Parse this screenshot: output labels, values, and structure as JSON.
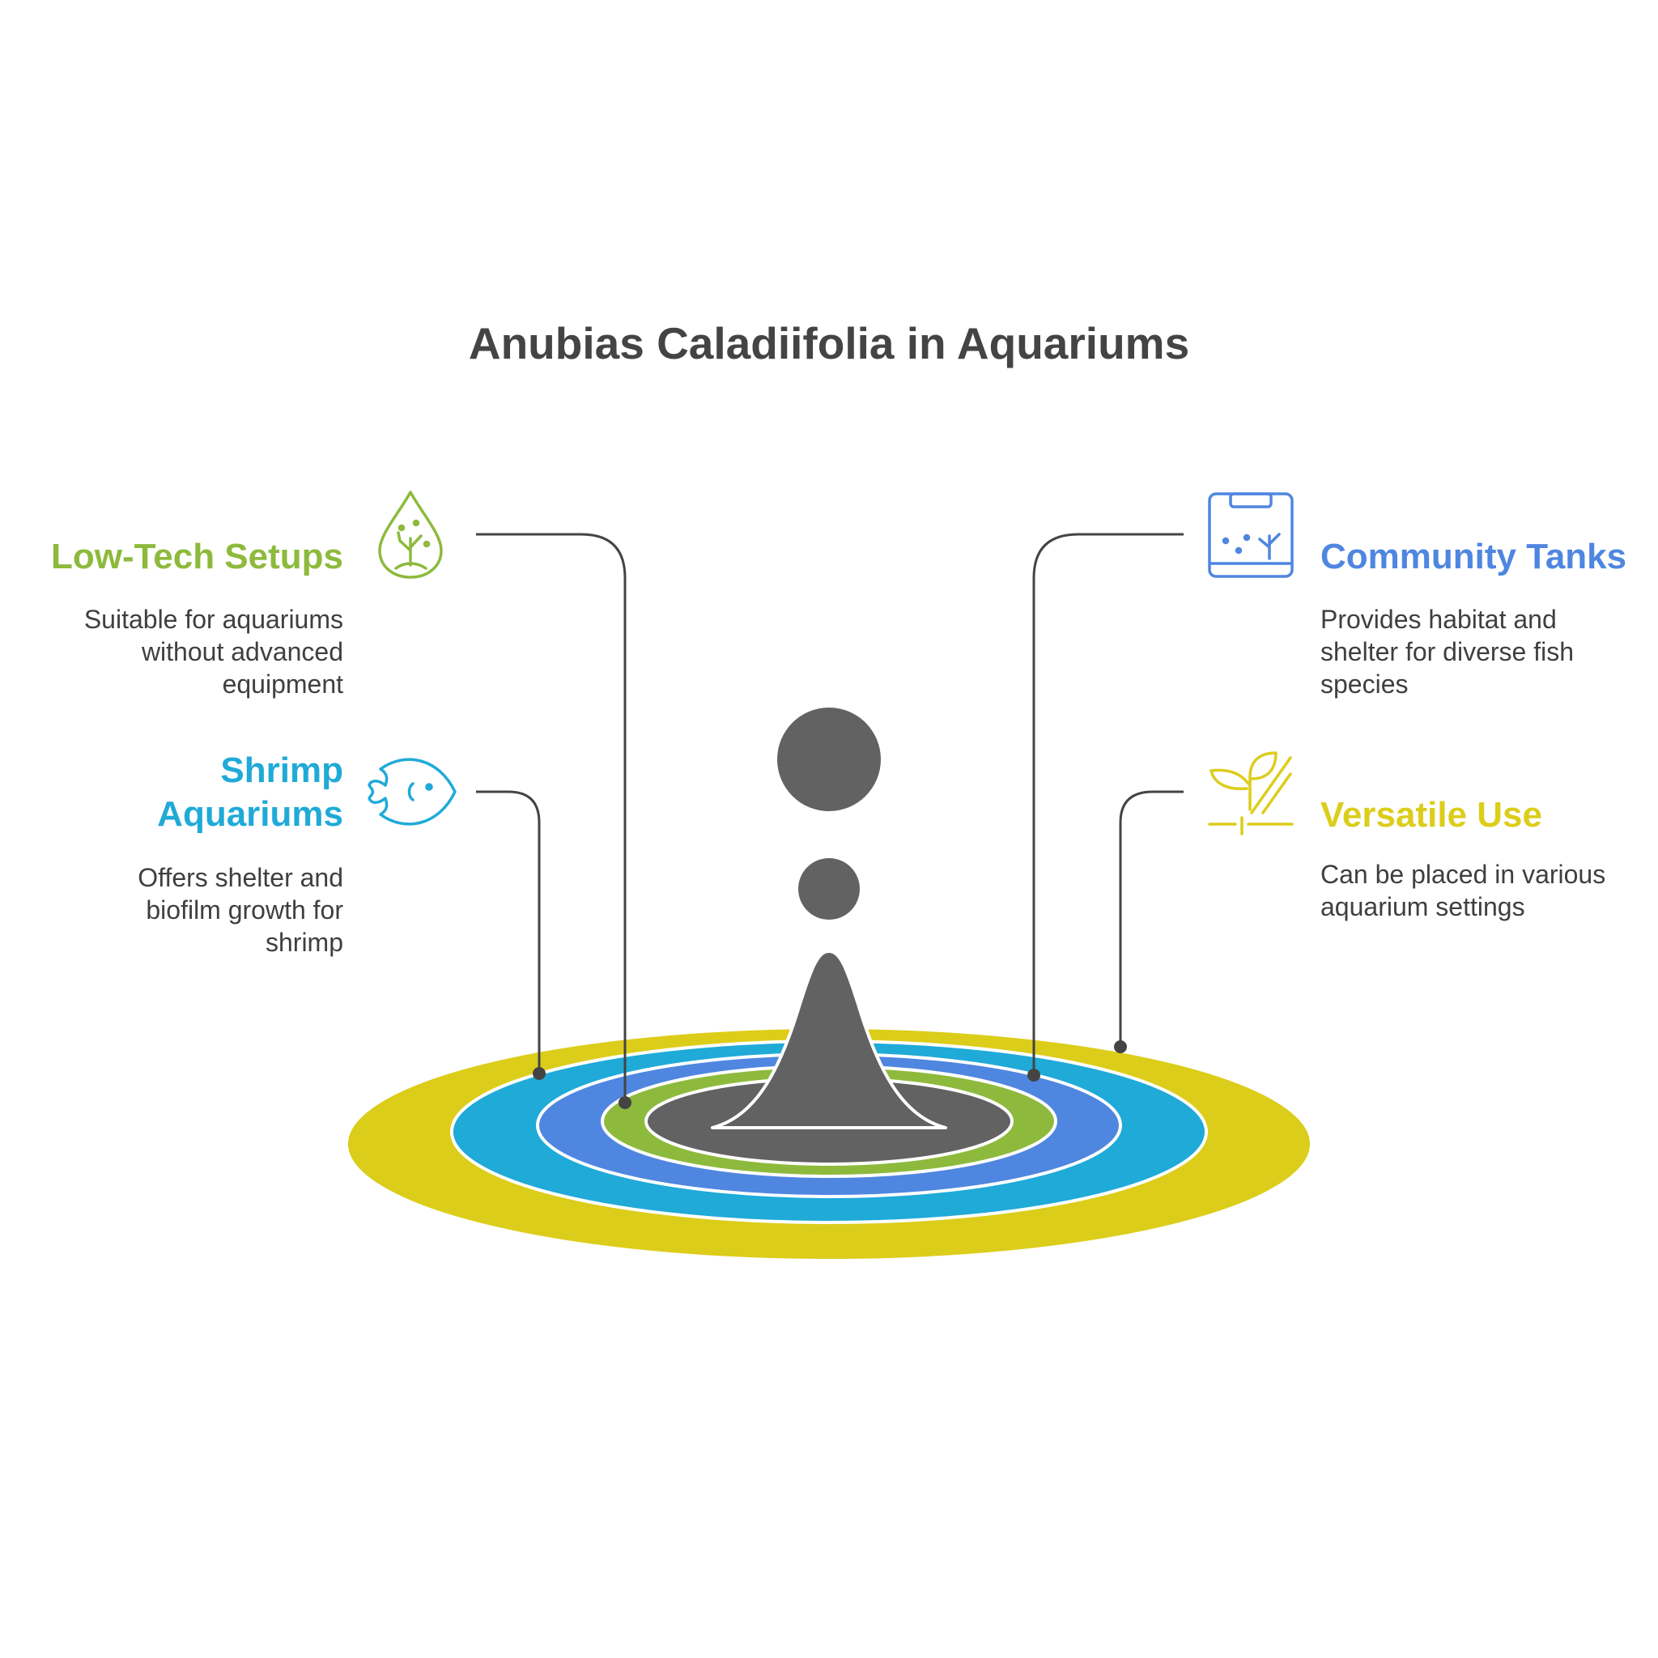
{
  "title": "Anubias Caladiifolia in Aquariums",
  "colors": {
    "green": "#8dba3c",
    "teal": "#1faad8",
    "blue": "#4f86e0",
    "yellow": "#dccd1a",
    "dark": "#626262",
    "line": "#444444"
  },
  "items": [
    {
      "heading": "Low-Tech Setups",
      "description": [
        "Suitable for aquariums",
        "without advanced",
        "equipment"
      ],
      "icon": "water-drop-plant-icon",
      "color": "#8dba3c"
    },
    {
      "heading": "Shrimp Aquariums",
      "heading_lines": [
        "Shrimp",
        "Aquariums"
      ],
      "description": [
        "Offers shelter and",
        "biofilm growth for",
        "shrimp"
      ],
      "icon": "fish-icon",
      "color": "#1faad8"
    },
    {
      "heading": "Community Tanks",
      "description": [
        "Provides habitat and",
        "shelter for diverse fish",
        "species"
      ],
      "icon": "aquarium-tank-icon",
      "color": "#4f86e0"
    },
    {
      "heading": "Versatile Use",
      "description": [
        "Can be placed in various",
        "aquarium settings"
      ],
      "icon": "plant-sprout-icon",
      "color": "#dccd1a"
    }
  ]
}
